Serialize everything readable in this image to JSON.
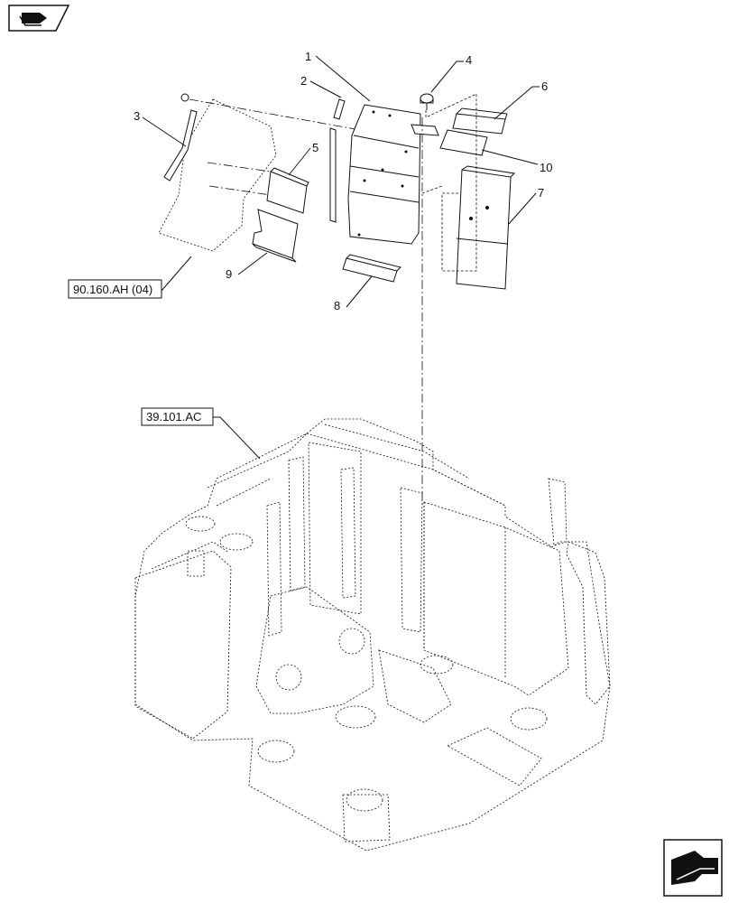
{
  "labels": {
    "p1": "1",
    "p2": "2",
    "p3": "3",
    "p4": "4",
    "p5": "5",
    "p6": "6",
    "p7": "7",
    "p8": "8",
    "p9": "9",
    "p10": "10"
  },
  "references": {
    "ref_top": "90.160.AH (04)",
    "ref_frame": "39.101.AC"
  },
  "icons": {
    "top_left": "book-arrow-icon",
    "bottom_right": "next-page-arrow-icon"
  }
}
